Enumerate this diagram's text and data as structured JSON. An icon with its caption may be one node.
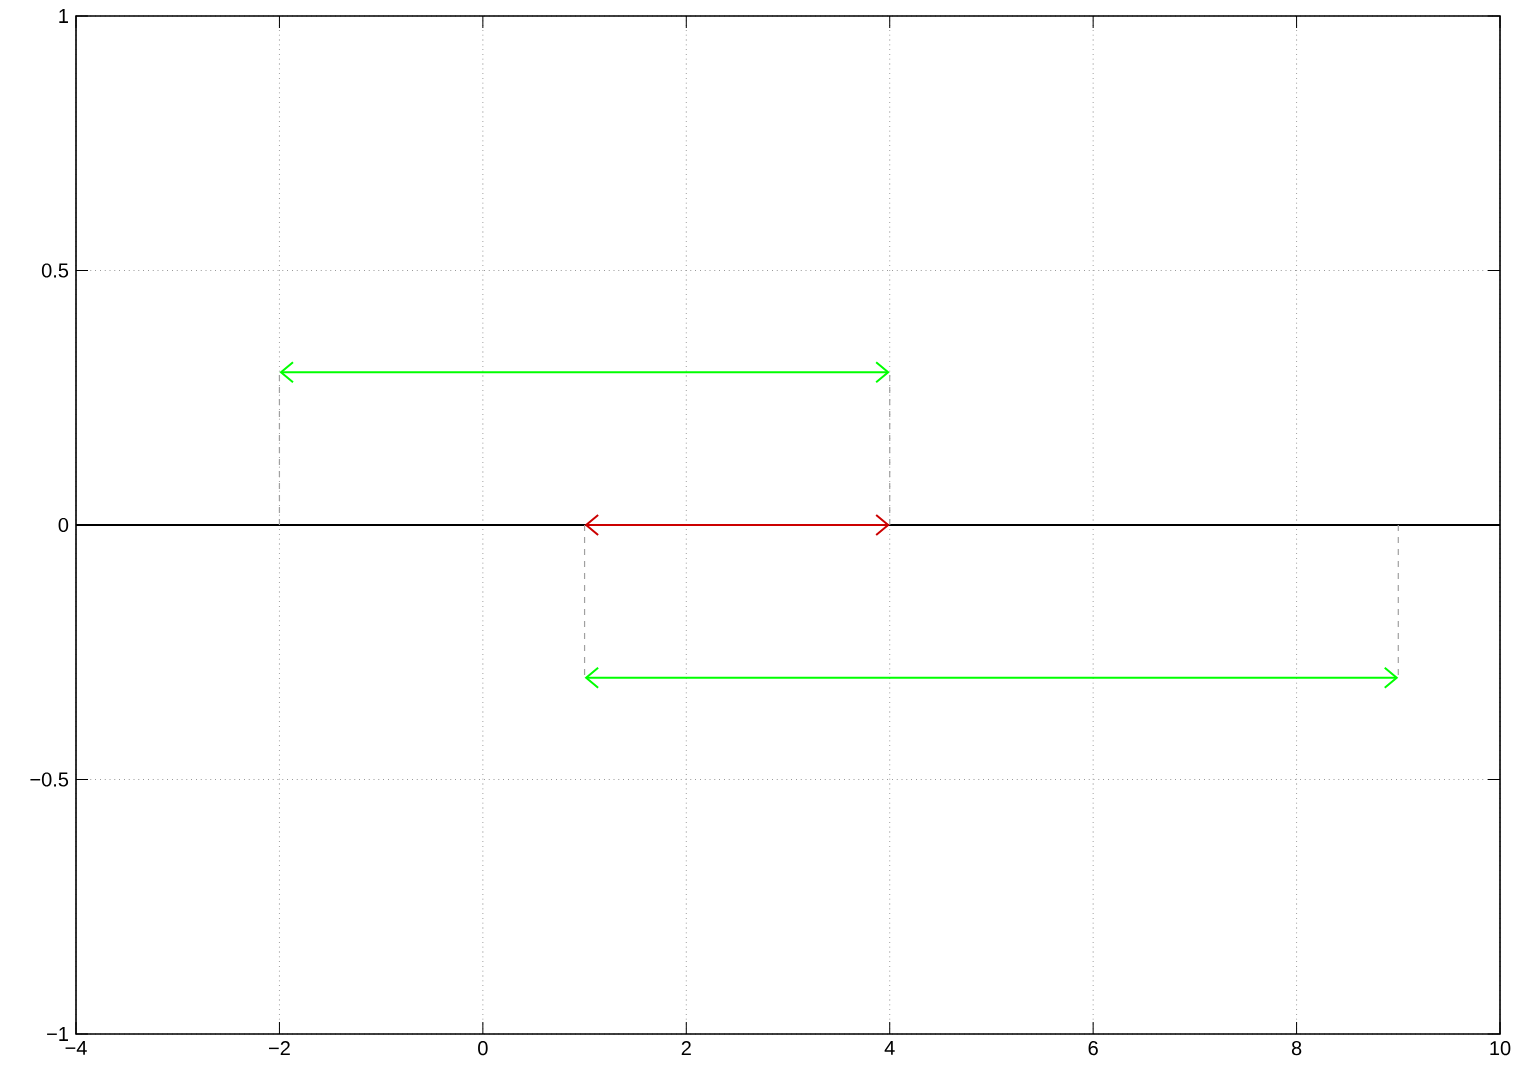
{
  "diagram": {
    "chart_data": {
      "type": "line",
      "xlim": [
        -4,
        10
      ],
      "ylim": [
        -1,
        1
      ],
      "xticks": [
        {
          "value": -4,
          "label": "−4"
        },
        {
          "value": -2,
          "label": "−2"
        },
        {
          "value": 0,
          "label": "0"
        },
        {
          "value": 2,
          "label": "2"
        },
        {
          "value": 4,
          "label": "4"
        },
        {
          "value": 6,
          "label": "6"
        },
        {
          "value": 8,
          "label": "8"
        },
        {
          "value": 10,
          "label": "10"
        }
      ],
      "yticks": [
        {
          "value": -1,
          "label": "−1"
        },
        {
          "value": -0.5,
          "label": "−0.5"
        },
        {
          "value": 0,
          "label": "0"
        },
        {
          "value": 0.5,
          "label": "0.5"
        },
        {
          "value": 1,
          "label": "1"
        }
      ],
      "grid": true,
      "x": [
        -2,
        1,
        4,
        9
      ],
      "series": [
        {
          "color": "#00ff00",
          "values": [
            0.3,
            0.3,
            0.3,
            null
          ]
        },
        {
          "color": "#cc0000",
          "values": [
            null,
            0,
            0,
            null
          ]
        },
        {
          "color": "#00ff00",
          "values": [
            null,
            -0.3,
            -0.3,
            -0.3
          ]
        }
      ],
      "ref_lines": [
        {
          "axis": "y",
          "value": 0
        },
        {
          "axis": "x",
          "value": -2,
          "color": "#a0a0a0"
        },
        {
          "axis": "x",
          "value": 4,
          "color": "#a0a0a0"
        },
        {
          "axis": "x",
          "value": 1,
          "color": "#a0a0a0"
        },
        {
          "axis": "x",
          "value": 9,
          "color": "#a0a0a0"
        }
      ]
    }
  }
}
